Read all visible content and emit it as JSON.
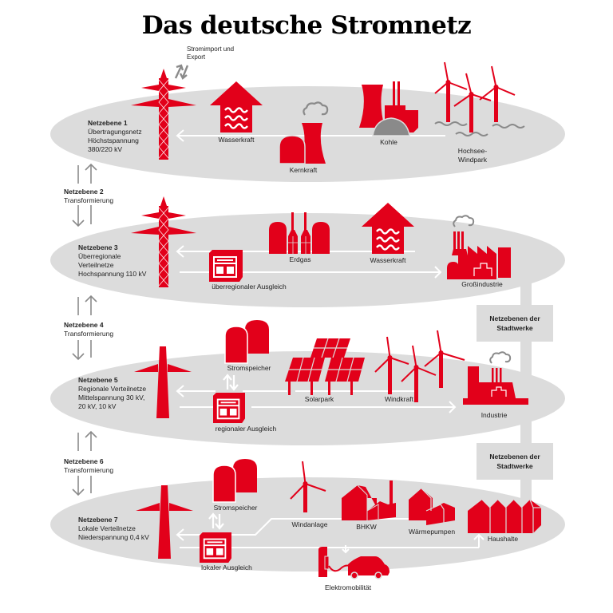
{
  "title": "Das deutsche Stromnetz",
  "colors": {
    "accent": "#e2001a",
    "ellipse": "#dcdcdc",
    "arrow_gray": "#8a8a8a",
    "cloud_gray": "#8a8a8a"
  },
  "import_export": "Stromimport und\nExport",
  "levels": [
    {
      "name": "Netzebene 1",
      "lines": [
        "Übertragungsnetz",
        "Höchstspannung",
        "380/220 kV"
      ]
    },
    {
      "name": "Netzebene 2",
      "lines": [
        "Transformierung"
      ]
    },
    {
      "name": "Netzebene 3",
      "lines": [
        "Überregionale",
        "Verteilnetze",
        "Hochspannung 110 kV"
      ]
    },
    {
      "name": "Netzebene 4",
      "lines": [
        "Transformierung"
      ]
    },
    {
      "name": "Netzebene 5",
      "lines": [
        "Regionale Verteilnetze",
        "Mittelspannung 30 kV,",
        "20 kV, 10 kV"
      ]
    },
    {
      "name": "Netzebene 6",
      "lines": [
        "Transformierung"
      ]
    },
    {
      "name": "Netzebene 7",
      "lines": [
        "Lokale Verteilnetze",
        "Niederspannung 0,4 kV"
      ]
    }
  ],
  "level1_items": {
    "wasserkraft": "Wasserkraft",
    "kernkraft": "Kernkraft",
    "kohle": "Kohle",
    "windpark_1": "Hochsee-",
    "windpark_2": "Windpark"
  },
  "level3_items": {
    "erdgas": "Erdgas",
    "wasserkraft": "Wasserkraft",
    "grossindustrie": "Großindustrie",
    "ausgleich": "überregionaler Ausgleich"
  },
  "level5_items": {
    "stromspeicher": "Stromspeicher",
    "solarpark": "Solarpark",
    "windkraft": "Windkraft",
    "industrie": "Industrie",
    "ausgleich": "regionaler Ausgleich"
  },
  "level7_items": {
    "stromspeicher": "Stromspeicher",
    "windanlage": "Windanlage",
    "bhkw": "BHKW",
    "waermepumpen": "Wärmepumpen",
    "haushalte": "Haushalte",
    "ausgleich": "lokaler Ausgleich",
    "elektromobilitaet": "Elektromobilität"
  },
  "stadtwerke_boxes": [
    {
      "line1": "Netzebenen der",
      "line2": "Stadtwerke"
    },
    {
      "line1": "Netzebenen der",
      "line2": "Stadtwerke"
    }
  ]
}
